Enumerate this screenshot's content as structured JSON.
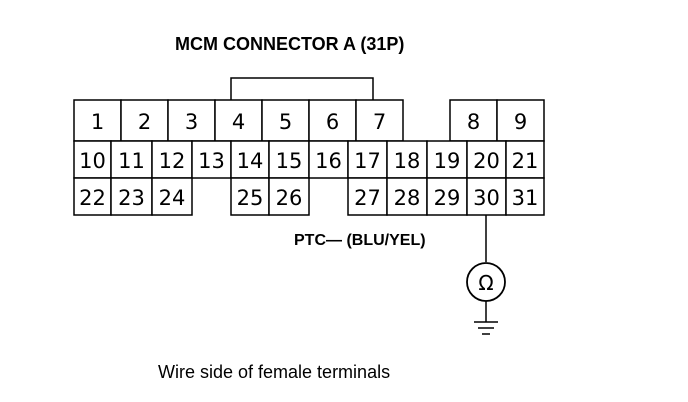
{
  "title": "MCM CONNECTOR A (31P)",
  "pins": {
    "row1": [
      "1",
      "2",
      "3",
      "4",
      "5",
      "6",
      "7",
      "8",
      "9"
    ],
    "row2": [
      "10",
      "11",
      "12",
      "13",
      "14",
      "15",
      "16",
      "17",
      "18",
      "19",
      "20",
      "21"
    ],
    "row3": [
      "22",
      "23",
      "24",
      "25",
      "26",
      "27",
      "28",
      "29",
      "30",
      "31"
    ]
  },
  "probe_label": "PTC— (BLU/YEL)",
  "meter_symbol": "Ω",
  "caption": "Wire side of female terminals"
}
